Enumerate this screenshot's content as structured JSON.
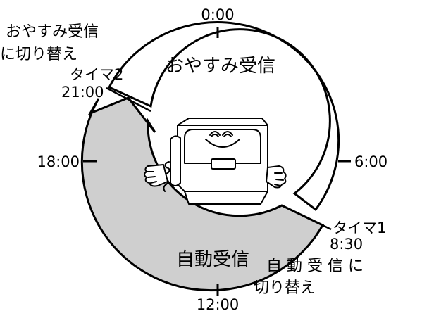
{
  "colors": {
    "ink": "#000000",
    "paper": "#ffffff",
    "auto_band": "#cfcfcf",
    "fax_body": "#ffffff"
  },
  "clock": {
    "top": "0:00",
    "right": "6:00",
    "bottom": "12:00",
    "left": "18:00"
  },
  "zones": {
    "night_mode": "おやすみ受信",
    "auto_mode": "自動受信"
  },
  "timer2": {
    "name": "タイマ2",
    "time": "21:00",
    "switch_line1": "おやすみ受信",
    "switch_line2": "に切り替え"
  },
  "timer1": {
    "name": "タイマ1",
    "time": "8:30",
    "switch_line1": "自 動 受 信 に",
    "switch_line2": "切り替え"
  },
  "icons": {
    "fax": "fax-machine-mascot-icon"
  }
}
